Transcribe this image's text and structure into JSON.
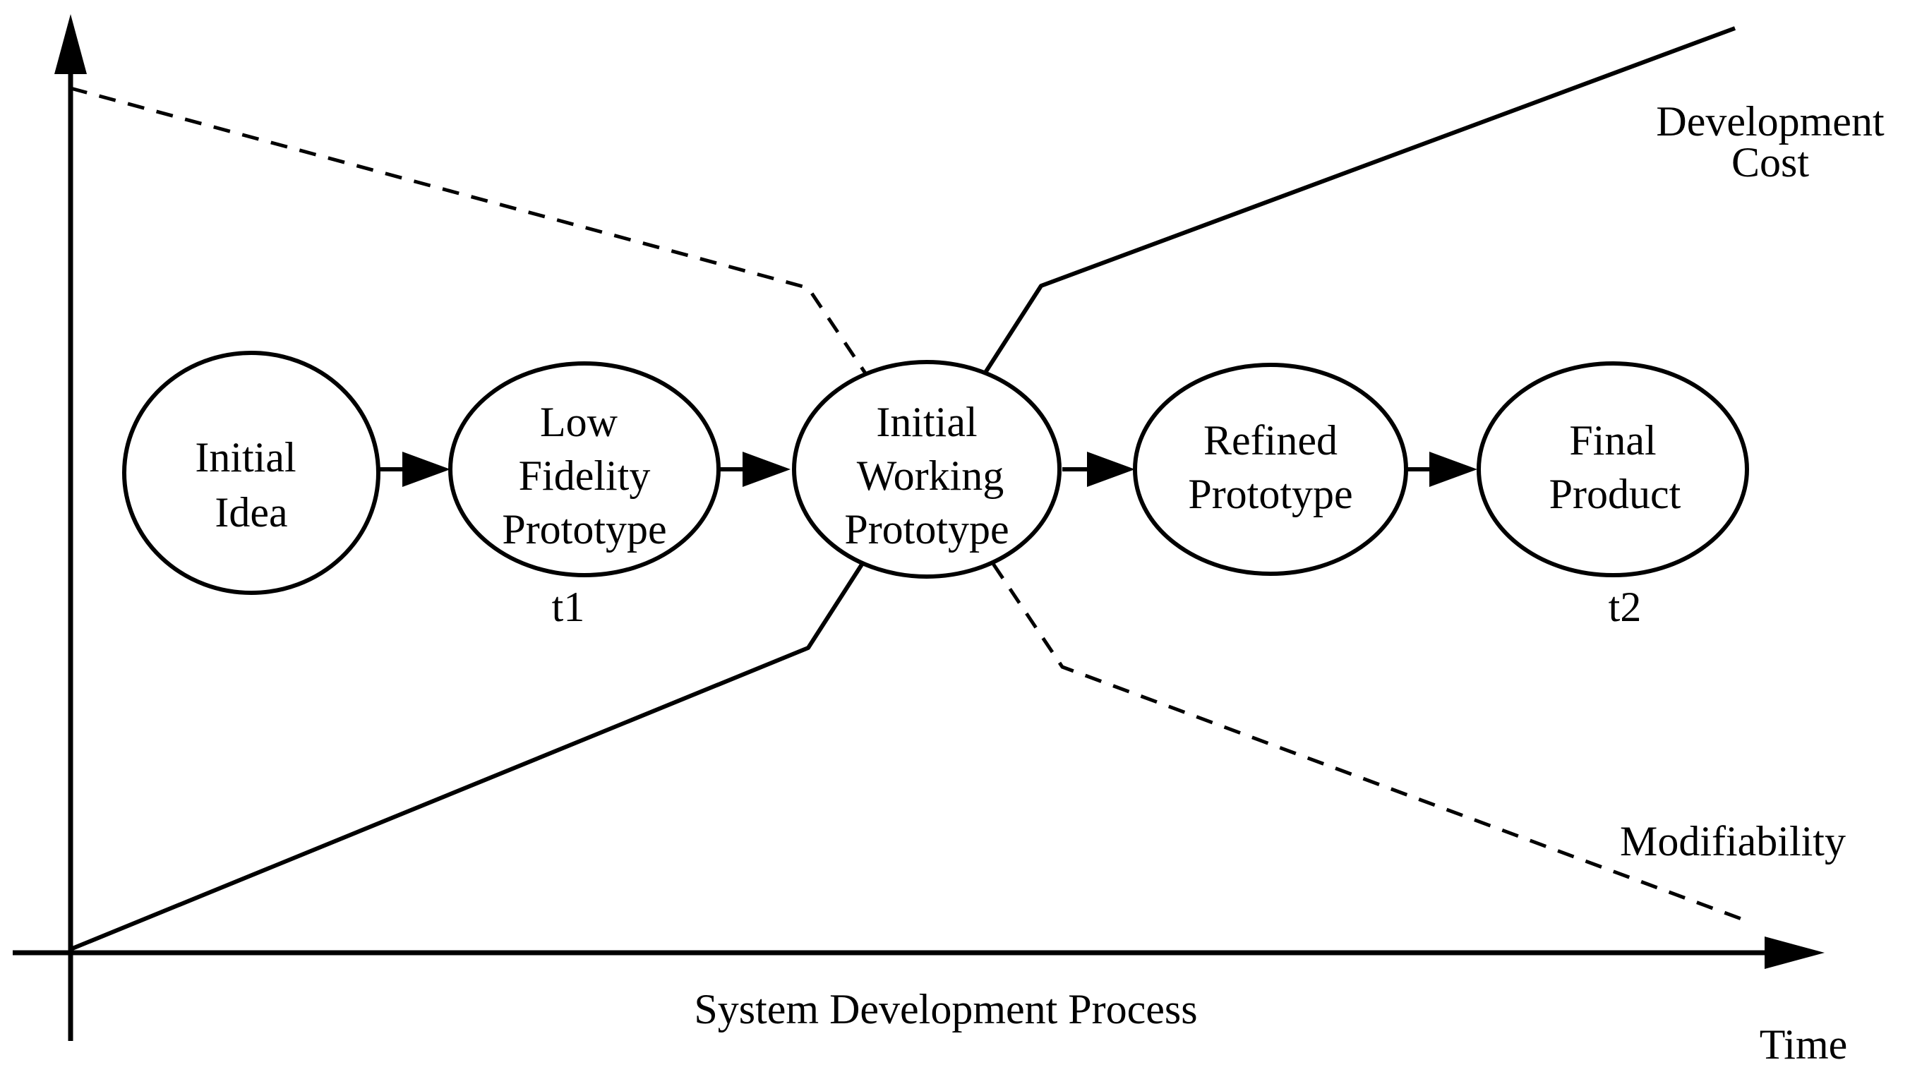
{
  "nodes": [
    {
      "id": "initial-idea",
      "lines": [
        "Initial",
        "Idea"
      ]
    },
    {
      "id": "low-fidelity-prototype",
      "lines": [
        "Low",
        "Fidelity",
        "Prototype"
      ]
    },
    {
      "id": "initial-working-prototype",
      "lines": [
        "Initial",
        "Working",
        "Prototype"
      ]
    },
    {
      "id": "refined-prototype",
      "lines": [
        "Refined",
        "Prototype"
      ]
    },
    {
      "id": "final-product",
      "lines": [
        "Final",
        "Product"
      ]
    }
  ],
  "markers": {
    "t1": "t1",
    "t2": "t2"
  },
  "curves": {
    "development_cost": [
      "Development",
      "Cost"
    ],
    "modifiability": "Modifiability"
  },
  "axes": {
    "x_caption": "System Development Process",
    "x_label": "Time"
  }
}
